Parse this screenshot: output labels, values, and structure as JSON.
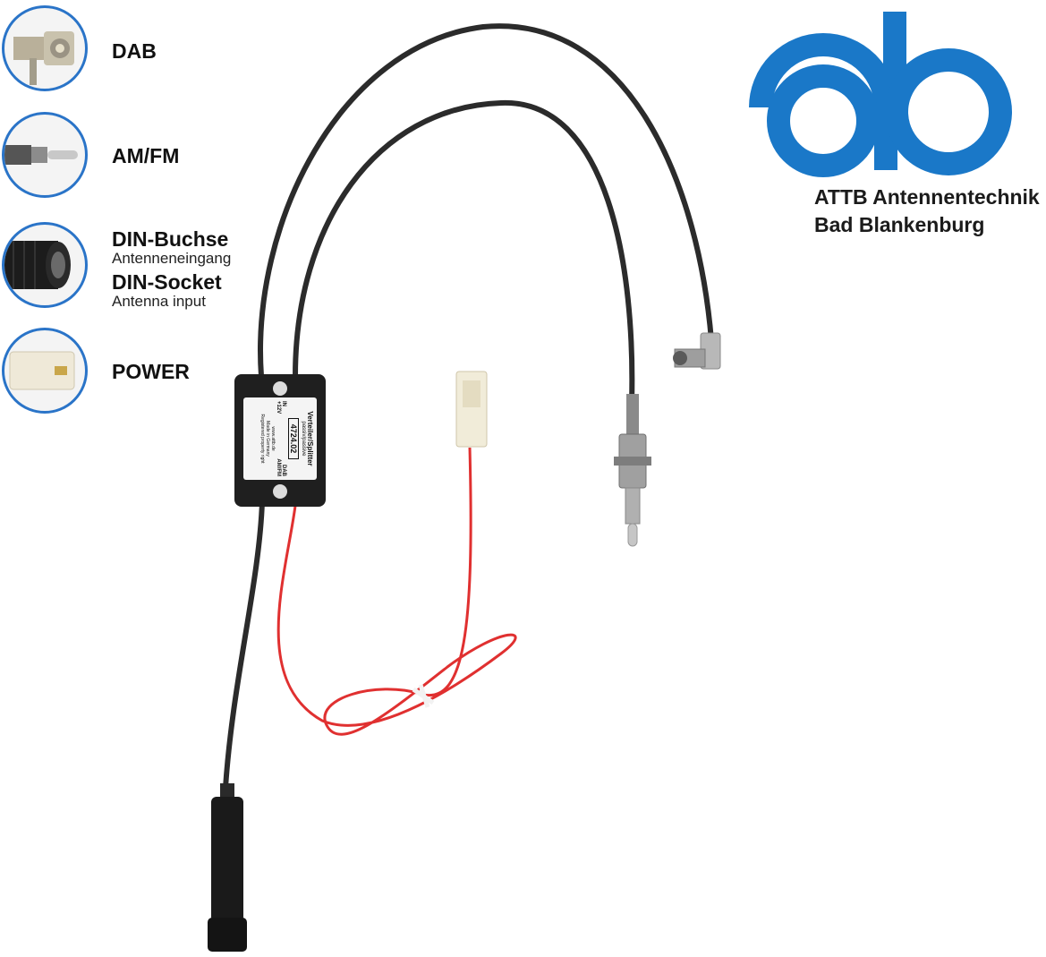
{
  "legend": {
    "items": [
      {
        "icon": "dab-connector-icon",
        "label": "DAB"
      },
      {
        "icon": "fm-plug-icon",
        "label": "AM/FM"
      },
      {
        "icon": "din-socket-icon",
        "label": "DIN-Buchse",
        "sub": "Antenneneingang",
        "label2": "DIN-Socket",
        "sub2": "Antenna input"
      },
      {
        "icon": "power-connector-icon",
        "label": "POWER"
      }
    ]
  },
  "brand": {
    "logo_icon": "ab-logo-icon",
    "line1": "ATTB Antennentechnik",
    "line2": "Bad Blankenburg",
    "color": "#1a78c8"
  },
  "splitter": {
    "title": "Verteiler/Splitter",
    "subtitle": "passiv/passive",
    "part_number": "4724.02",
    "port_in": "IN",
    "port_dab": "DAB",
    "port_amfm": "AM/FM",
    "port_power": "+12V",
    "website": "www.attb.de",
    "made_in": "Made in Germany",
    "registered": "Registered property right"
  },
  "colors": {
    "accent": "#2a74c8",
    "cable": "#2b2b2b",
    "power_wire": "#e03030"
  }
}
